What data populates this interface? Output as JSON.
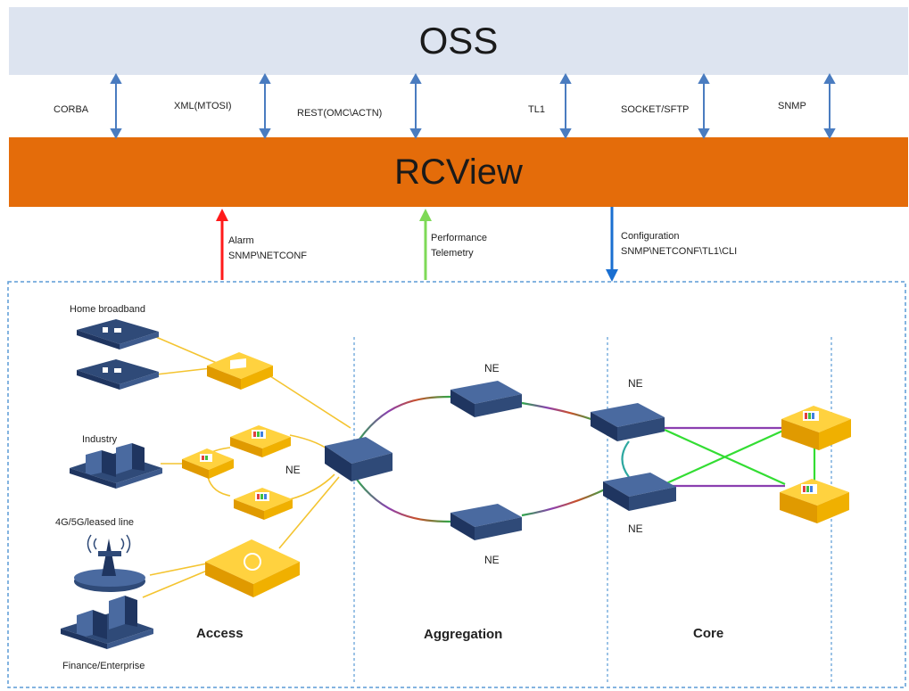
{
  "oss": {
    "title": "OSS"
  },
  "rcview": {
    "title": "RCView"
  },
  "protocols": [
    "CORBA",
    "XML(MTOSI)",
    "REST(OMC\\ACTN)",
    "TL1",
    "SOCKET/SFTP",
    "SNMP"
  ],
  "flows": {
    "alarm": {
      "line1": "Alarm",
      "line2": "SNMP\\NETCONF",
      "color": "#ff1a1a"
    },
    "performance": {
      "line1": "Performance",
      "line2": "Telemetry",
      "color": "#7ed957"
    },
    "configuration": {
      "line1": "Configuration",
      "line2": "SNMP\\NETCONF\\TL1\\CLI",
      "color": "#1a6fd1"
    }
  },
  "sites": {
    "home": "Home broadband",
    "industry": "Industry",
    "mobile": "4G/5G/leased line",
    "finance": "Finance/Enterprise"
  },
  "ne_label": "NE",
  "sections": {
    "access": "Access",
    "aggregation": "Aggregation",
    "core": "Core"
  },
  "colors": {
    "arrow": "#4a7cc0",
    "border": "#5b9bd5",
    "link": "#f4c430",
    "device": "#2f4a78"
  }
}
